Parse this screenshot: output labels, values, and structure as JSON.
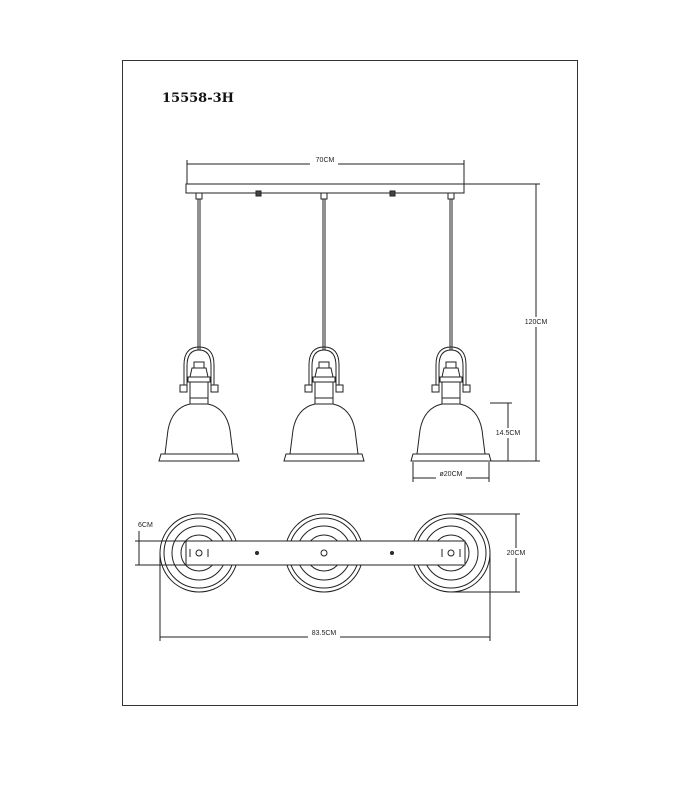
{
  "model_code": "15558-3H",
  "dimensions": {
    "width_top": "70CM",
    "total_height": "120CM",
    "shade_height": "14.5CM",
    "shade_diameter": "ø20CM",
    "base_depth": "6CM",
    "base_height": "20CM",
    "total_width": "83.5CM"
  }
}
